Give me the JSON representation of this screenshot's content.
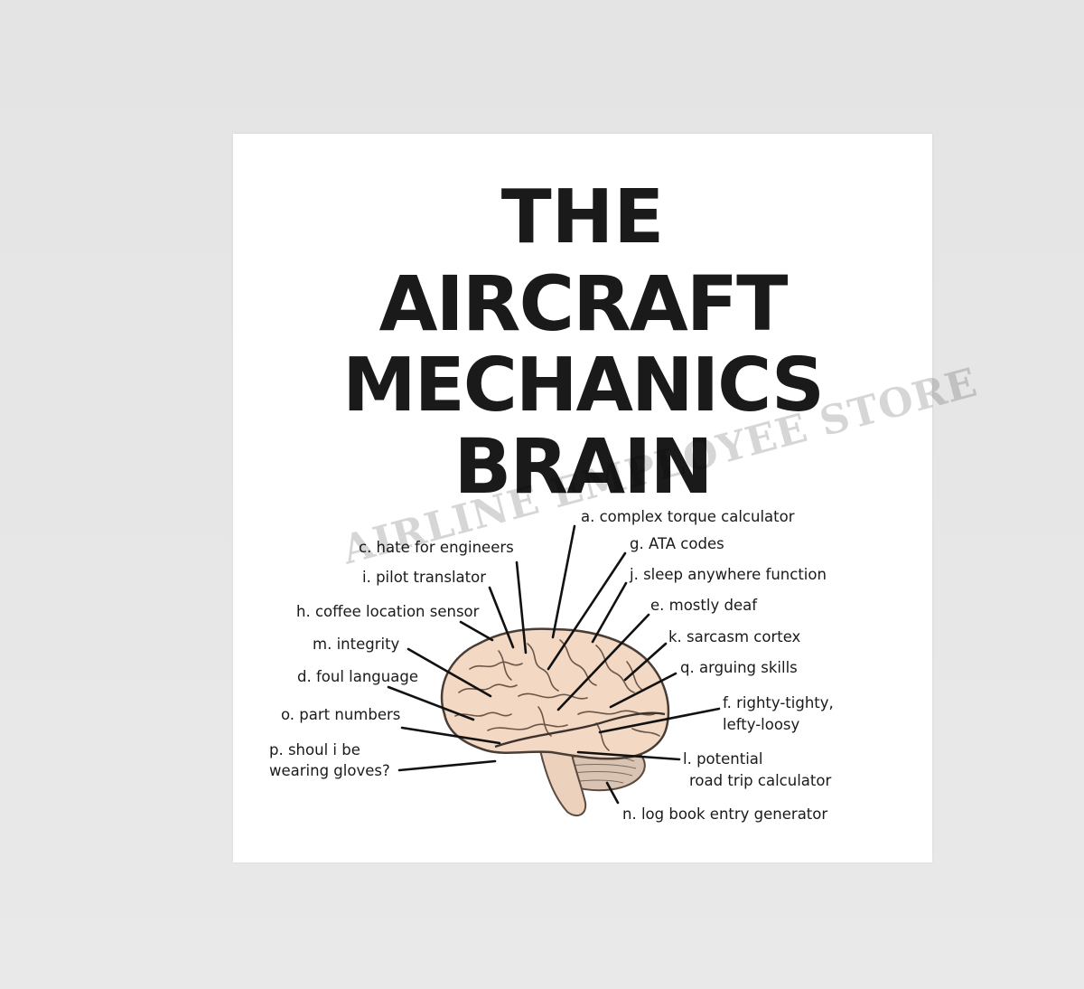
{
  "title": {
    "line1": "THE",
    "line2": "AIRCRAFT",
    "line3": "MECHANICS",
    "line4": "BRAIN"
  },
  "labels": {
    "a": "a. complex torque calculator",
    "c": "c. hate for engineers",
    "g": "g. ATA codes",
    "i": "i. pilot translator",
    "j": "j. sleep anywhere function",
    "h": "h. coffee location sensor",
    "e": "e. mostly deaf",
    "k": "k. sarcasm cortex",
    "m": "m. integrity",
    "d": "d. foul language",
    "q": "q. arguing skills",
    "f1": "f. righty-tighty,",
    "f2": "lefty-loosy",
    "o": "o. part numbers",
    "p1": "p. shoul i be",
    "p2": "wearing gloves?",
    "l1": "l. potential",
    "l2": "road trip calculator",
    "n": "n. log book entry generator"
  },
  "watermark": "AIRLINE EMPLOYEE STORE",
  "colors": {
    "background": "#e6e6e6",
    "sticker": "#ffffff",
    "ink": "#1a1a1a",
    "brain_fill": "#f3d9c4",
    "brain_outline": "#5a4a40"
  }
}
